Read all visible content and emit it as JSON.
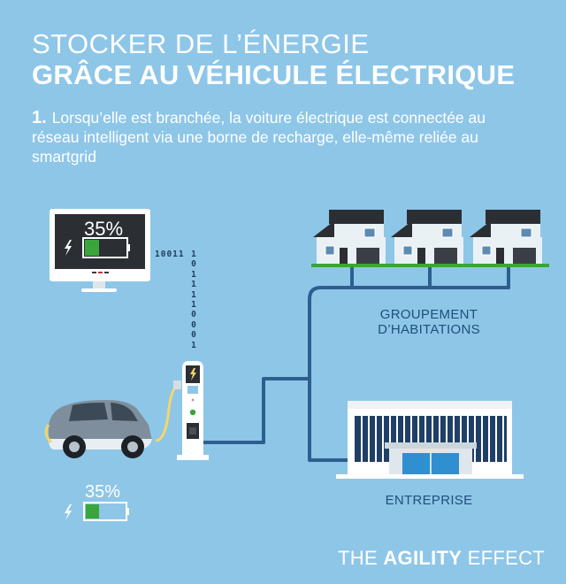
{
  "header": {
    "title_line1": "STOCKER DE L’ÉNERGIE",
    "title_line2": "GRÂCE AU VÉHICULE ÉLECTRIQUE"
  },
  "step": {
    "number": "1.",
    "text": "Lorsqu’elle est branchée, la voiture électrique est connectée au réseau intelligent via une borne de recharge, elle-même reliée au smartgrid"
  },
  "monitor": {
    "battery_percent": "35%"
  },
  "car": {
    "battery_percent": "35%"
  },
  "data_stream": {
    "row": "10011",
    "column": [
      "1",
      "0",
      "1",
      "1",
      "1",
      "1",
      "0",
      "0",
      "0",
      "1"
    ]
  },
  "labels": {
    "houses_line1": "GROUPEMENT",
    "houses_line2": "D’HABITATIONS",
    "company": "ENTREPRISE"
  },
  "brand": {
    "pre": "THE ",
    "bold": "AGILITY",
    "post": " EFFECT"
  },
  "colors": {
    "background": "#8ec6e8",
    "grid_line": "#2d5f8e",
    "battery_green": "#3aa53a",
    "cable_yellow": "#f4d66a"
  },
  "icons": [
    "lightning-icon",
    "battery-icon",
    "monitor-icon",
    "car-icon",
    "charging-station-icon",
    "house-icon",
    "office-building-icon"
  ]
}
